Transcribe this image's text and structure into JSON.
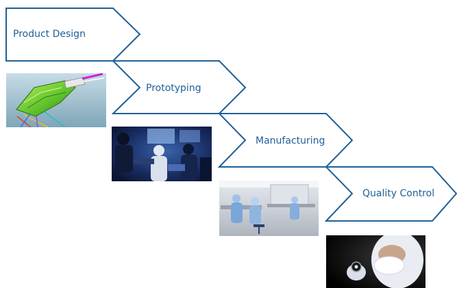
{
  "colors": {
    "accent": "#1f5f96",
    "background": "#ffffff"
  },
  "stages": [
    {
      "label": "Product Design",
      "image": "cad-model-image"
    },
    {
      "label": "Prototyping",
      "image": "lab-engineers-image"
    },
    {
      "label": "Manufacturing",
      "image": "cleanroom-production-image"
    },
    {
      "label": "Quality Control",
      "image": "inspection-technician-image"
    }
  ]
}
